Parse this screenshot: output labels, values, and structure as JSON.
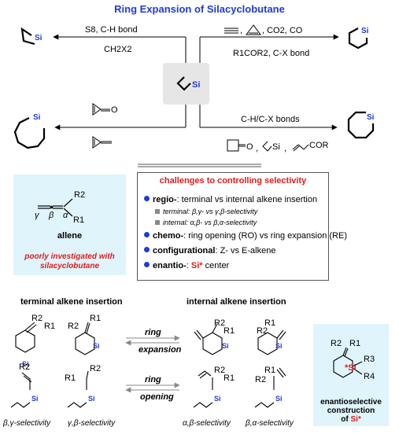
{
  "title": "Ring Expansion of Silacyclobutane",
  "si_label": "Si",
  "center_si": "Si",
  "reactions": {
    "top_left_above": "S8, C-H bond",
    "top_left_below": "CH2X2",
    "top_right_above_suffix": ", CO2, CO",
    "top_right_below": "R1COR2, C-X bond",
    "bottom_left_cyclopropenone": "O",
    "bottom_right_above": "C-H/C-X bonds",
    "bottom_right_ketone_o": "O",
    "bottom_right_cor": "COR",
    "bottom_right_si": "Si"
  },
  "allene": {
    "r2": "R2",
    "r1": "R1",
    "gamma": "γ",
    "beta": "β",
    "alpha": "α",
    "name": "allene",
    "note": "poorly investigated with silacyclobutane"
  },
  "challenges": {
    "title": "challenges to controlling selectivity",
    "items": [
      {
        "bold": "regio-",
        "text": ": terminal vs internal alkene insertion"
      },
      {
        "bold": "chemo-",
        "text": ": ring opening (RO) vs ring expansion (RE)"
      },
      {
        "bold": "configurational",
        "text": ": Z- vs E-alkene"
      },
      {
        "bold": "enantio-",
        "text": ": ",
        "red": "Si*",
        "after": " center"
      }
    ],
    "sub_items": [
      "terminal: β,γ- vs γ,β-selectivity",
      "internal: α,β- vs β,α-selectivity"
    ]
  },
  "sections": {
    "terminal": "terminal alkene insertion",
    "internal": "internal alkene insertion"
  },
  "arrows": {
    "ring_expansion_1": "ring",
    "ring_expansion_2": "expansion",
    "ring_opening_1": "ring",
    "ring_opening_2": "opening"
  },
  "struct_labels": {
    "r1": "R1",
    "r2": "R2",
    "r3": "R3",
    "r4": "R4",
    "si": "Si",
    "si_star": "*Si"
  },
  "bottom_labels": {
    "bg": "β,γ-selectivity",
    "gb": "γ,β-selectivity",
    "ab": "α,β-selectivity",
    "ba": "β,α-selectivity"
  },
  "enantio": {
    "line1": "enantioselective",
    "line2": "construction",
    "line3_prefix": "of ",
    "line3_red": "Si*"
  }
}
